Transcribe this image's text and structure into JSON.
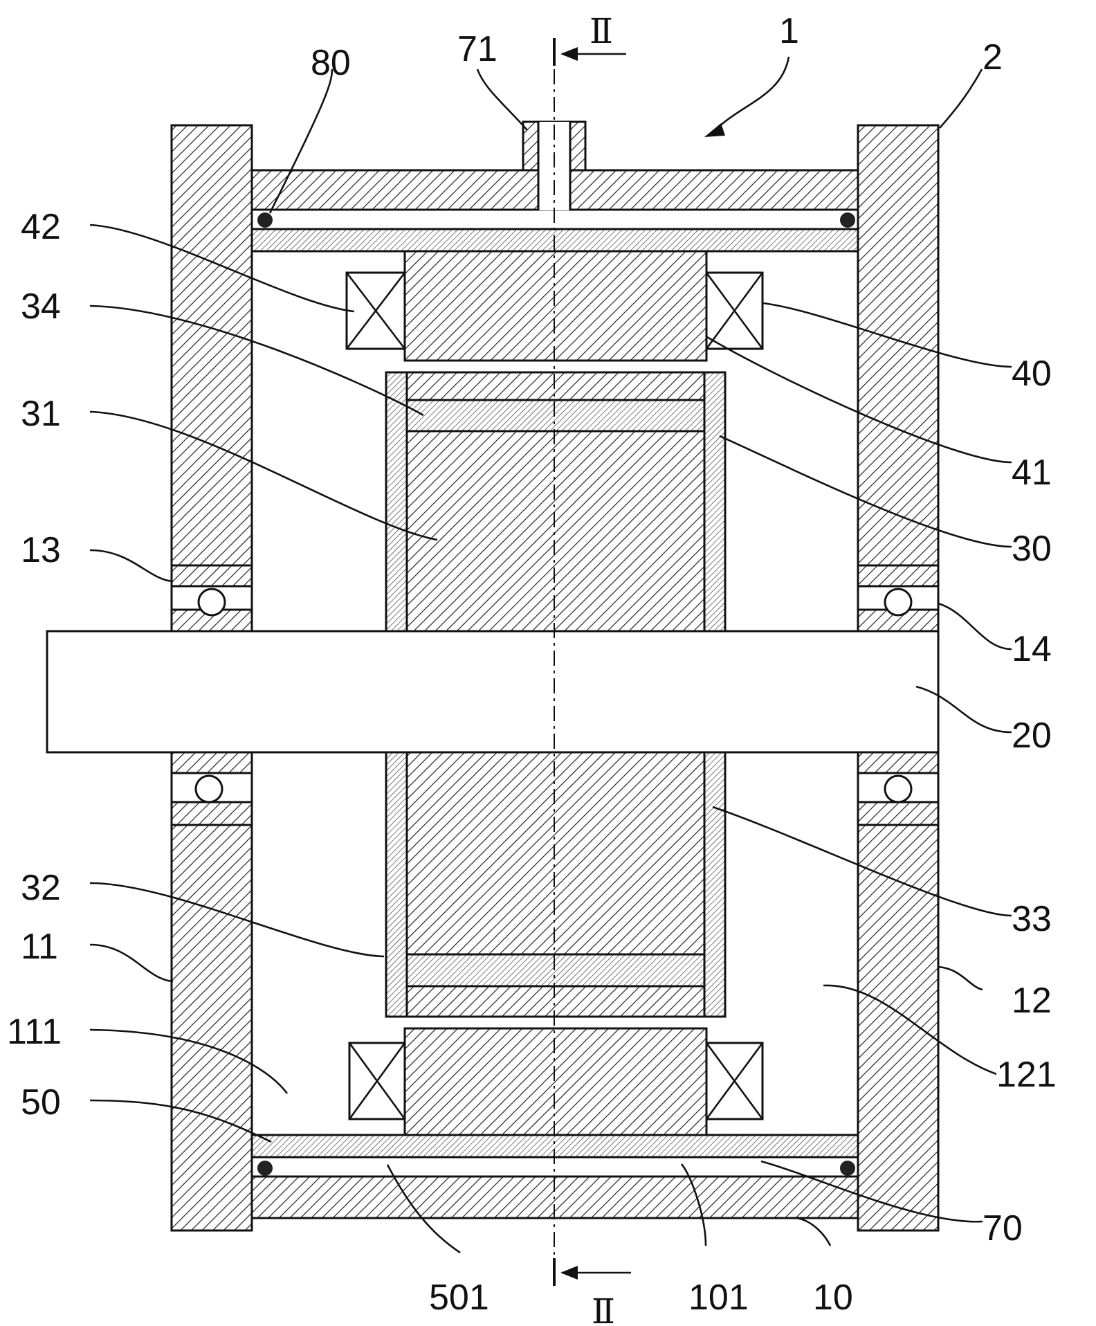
{
  "labels": {
    "l1": "1",
    "l2": "2",
    "l10": "10",
    "l11": "11",
    "l12": "12",
    "l13": "13",
    "l14": "14",
    "l20": "20",
    "l30": "30",
    "l31": "31",
    "l32": "32",
    "l33": "33",
    "l34": "34",
    "l40": "40",
    "l41": "41",
    "l42": "42",
    "l50": "50",
    "l70": "70",
    "l71": "71",
    "l80": "80",
    "l101": "101",
    "l111": "111",
    "l121": "121",
    "l501": "501"
  },
  "section": {
    "top": "Ⅱ",
    "bottom": "Ⅱ"
  }
}
